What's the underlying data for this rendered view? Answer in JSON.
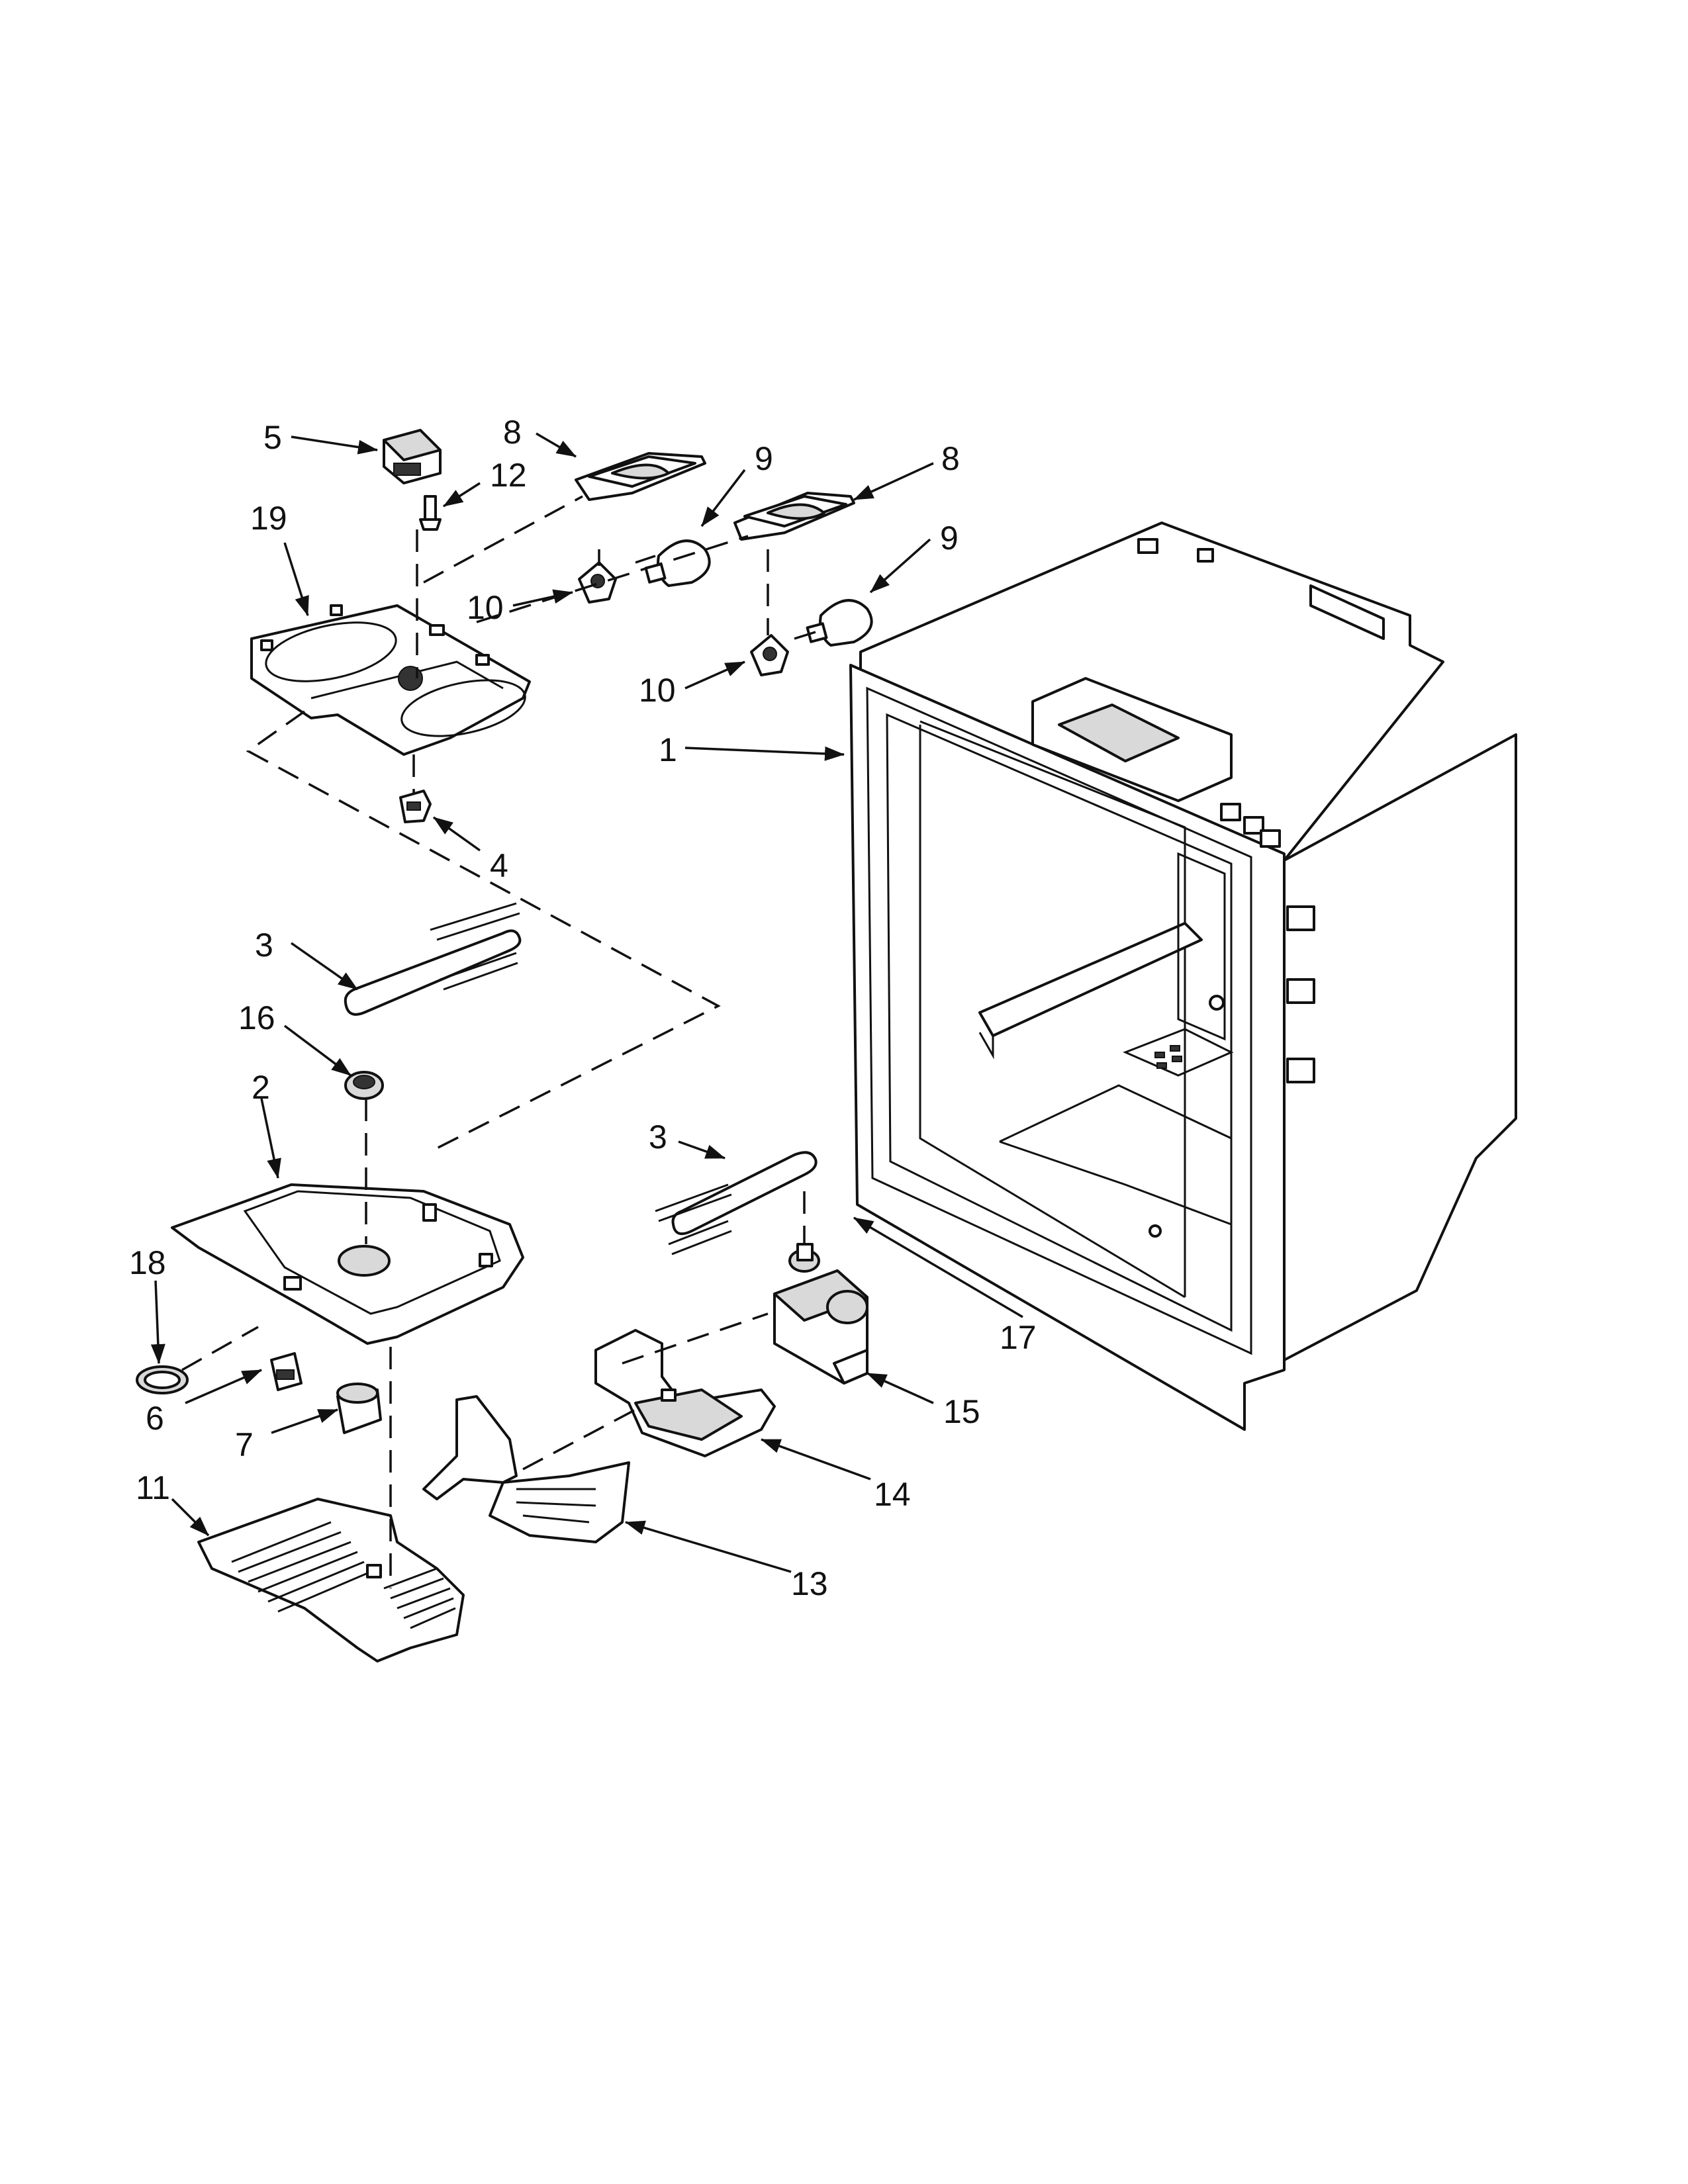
{
  "callouts": [
    {
      "id": "c5",
      "text": "5"
    },
    {
      "id": "c8a",
      "text": "8"
    },
    {
      "id": "c9a",
      "text": "9"
    },
    {
      "id": "c8b",
      "text": "8"
    },
    {
      "id": "c12",
      "text": "12"
    },
    {
      "id": "c19",
      "text": "19"
    },
    {
      "id": "c9b",
      "text": "9"
    },
    {
      "id": "c10a",
      "text": "10"
    },
    {
      "id": "c10b",
      "text": "10"
    },
    {
      "id": "c1",
      "text": "1"
    },
    {
      "id": "c4",
      "text": "4"
    },
    {
      "id": "c3a",
      "text": "3"
    },
    {
      "id": "c16",
      "text": "16"
    },
    {
      "id": "c2",
      "text": "2"
    },
    {
      "id": "c3b",
      "text": "3"
    },
    {
      "id": "c18",
      "text": "18"
    },
    {
      "id": "c17",
      "text": "17"
    },
    {
      "id": "c15",
      "text": "15"
    },
    {
      "id": "c6",
      "text": "6"
    },
    {
      "id": "c7",
      "text": "7"
    },
    {
      "id": "c11",
      "text": "11"
    },
    {
      "id": "c14",
      "text": "14"
    },
    {
      "id": "c13",
      "text": "13"
    }
  ]
}
